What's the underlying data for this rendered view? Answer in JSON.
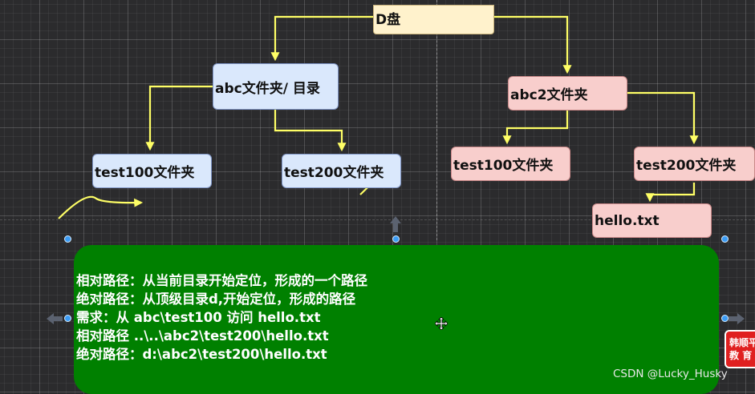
{
  "diagram": {
    "root": "D盘",
    "nodes": {
      "abc": "abc文件夹/ 目录",
      "abc_test100": "test100文件夹",
      "abc_test200": "test200文件夹",
      "abc2": "abc2文件夹",
      "abc2_test100": "test100文件夹",
      "abc2_test200": "test200文件夹",
      "hello": "hello.txt"
    }
  },
  "note": {
    "lines": [
      "相对路径：从当前目录开始定位，形成的一个路径",
      "绝对路径：从顶级目录d,开始定位，形成的路径",
      "需求：从 abc\\test100 访问 hello.txt",
      "相对路径   ..\\..\\abc2\\test200\\hello.txt",
      "绝对路径：d:\\abc2\\test200\\hello.txt"
    ]
  },
  "watermark": "CSDN @Lucky_Husky",
  "logo_text": [
    "韩顺平",
    "教 育"
  ],
  "colors": {
    "arrow": "#ffff66",
    "note_bg": "#008000",
    "blue_node": "#dae8fc",
    "pink_node": "#f8cecc",
    "root_node": "#fff2cc",
    "handle": "#3c9cf5"
  },
  "icons": [
    "move-cursor-icon",
    "connection-arrow-icon"
  ]
}
